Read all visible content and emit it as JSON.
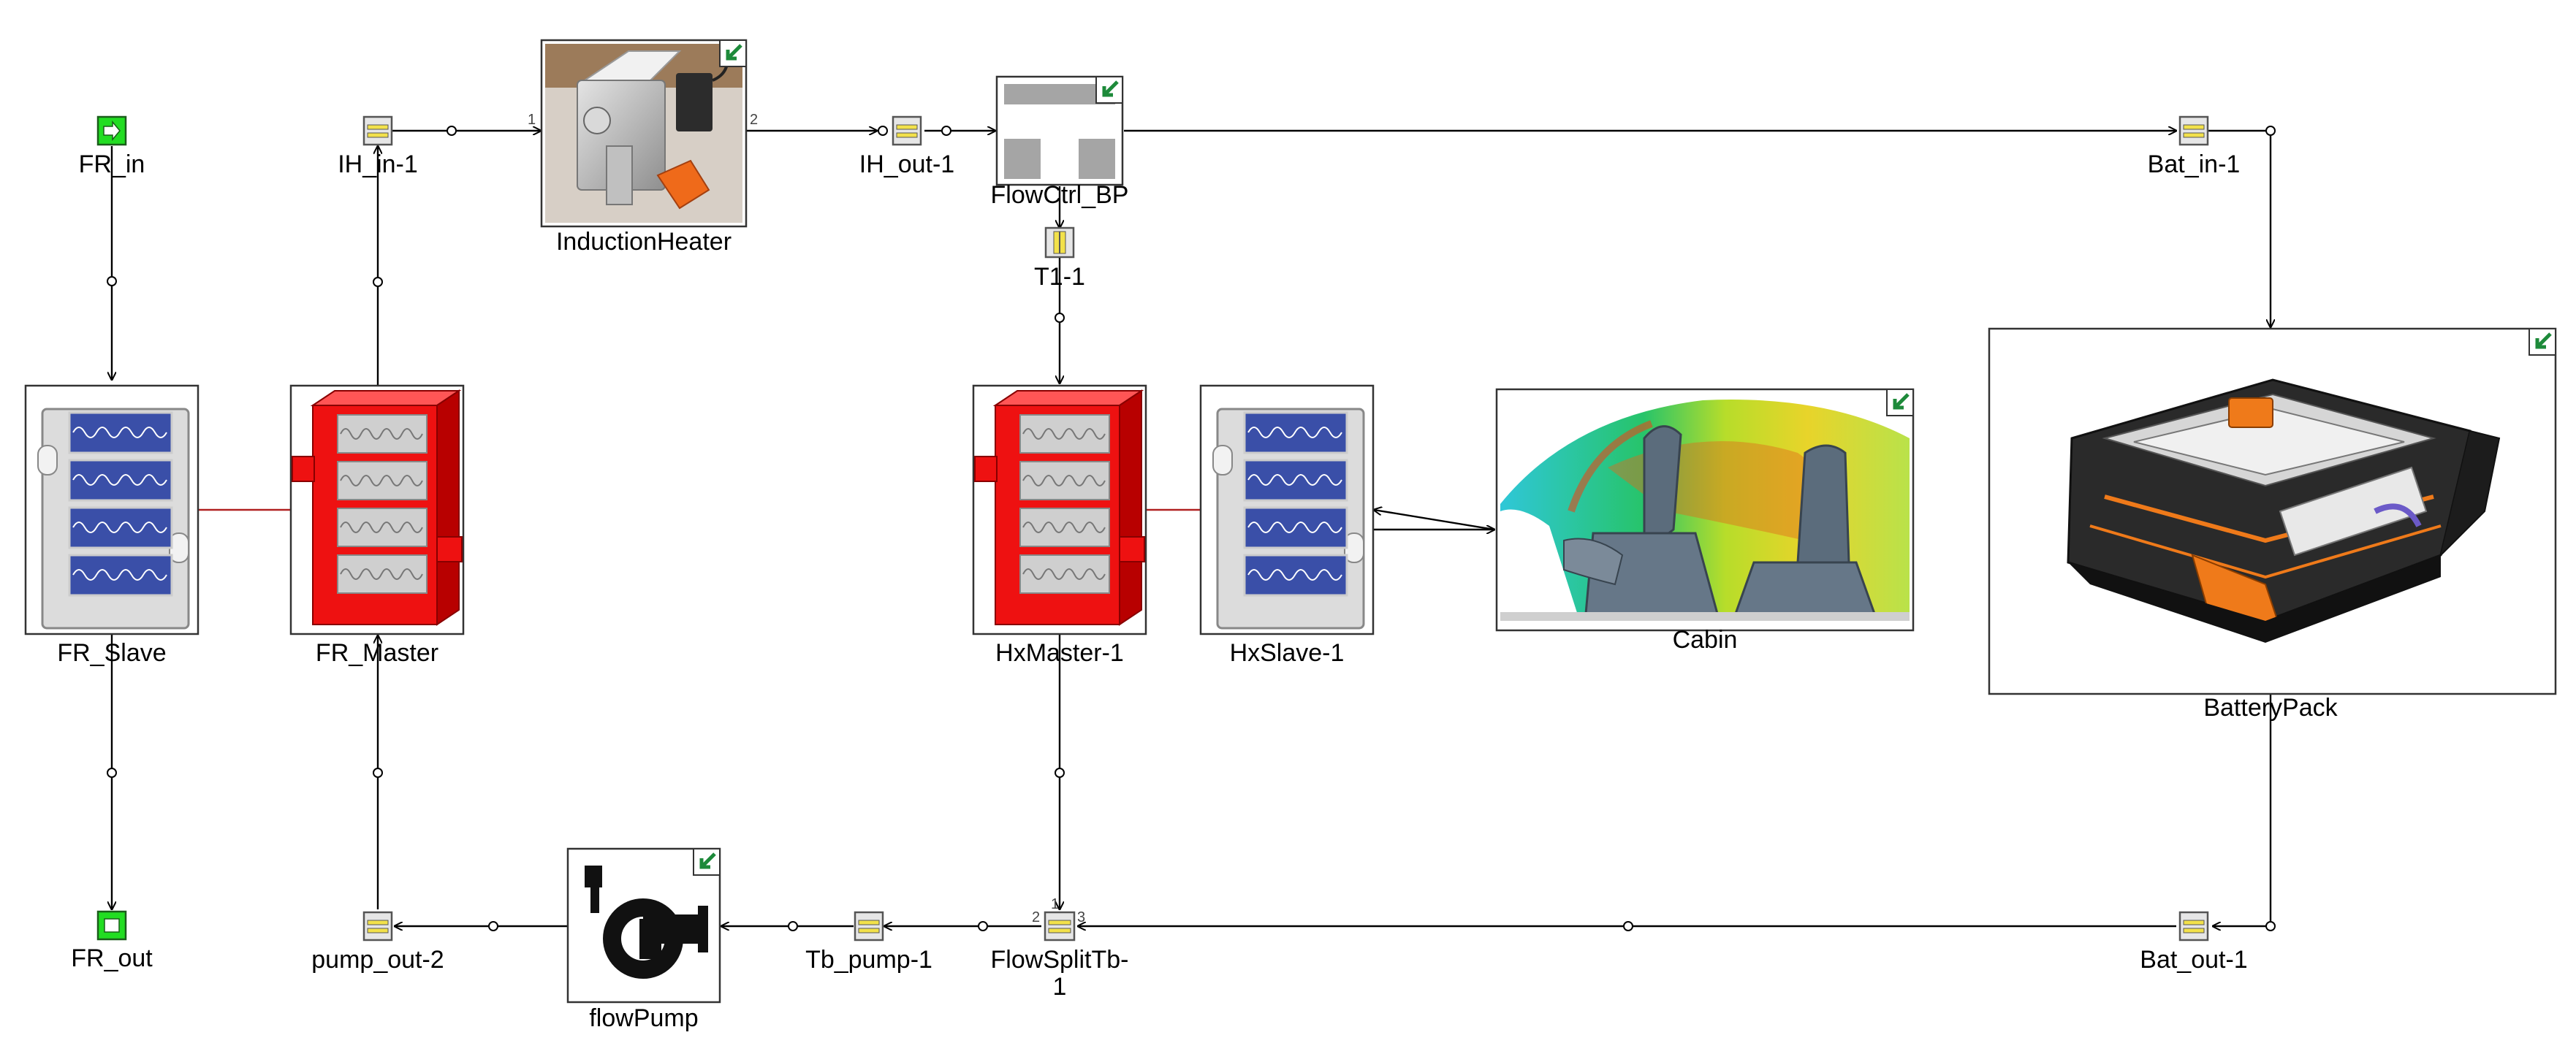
{
  "components": {
    "fr_in": {
      "label": "FR_in"
    },
    "fr_out": {
      "label": "FR_out"
    },
    "fr_slave": {
      "label": "FR_Slave"
    },
    "fr_master": {
      "label": "FR_Master"
    },
    "ih_in": {
      "label": "IH_in-1"
    },
    "induction_heater": {
      "label": "InductionHeater",
      "pin_in": "1",
      "pin_out": "2"
    },
    "ih_out": {
      "label": "IH_out-1"
    },
    "flow_ctrl": {
      "label": "FlowCtrl_BP"
    },
    "t1": {
      "label": "T1-1"
    },
    "bat_in": {
      "label": "Bat_in-1"
    },
    "battery_pack": {
      "label": "BatteryPack"
    },
    "hx_master": {
      "label": "HxMaster-1"
    },
    "hx_slave": {
      "label": "HxSlave-1"
    },
    "cabin": {
      "label": "Cabin"
    },
    "bat_out": {
      "label": "Bat_out-1"
    },
    "flow_split": {
      "label_line1": "FlowSplitTb-",
      "label_line2": "1",
      "pin1": "1",
      "pin2": "2",
      "pin3": "3"
    },
    "tb_pump": {
      "label": "Tb_pump-1"
    },
    "flow_pump": {
      "label": "flowPump"
    },
    "pump_out": {
      "label": "pump_out-2"
    }
  },
  "colors": {
    "port_green": "#22dd22",
    "port_yellow": "#f2e14a",
    "master_red": "#ee1111",
    "slave_blue": "#3a4fa8",
    "link_red": "#b02020",
    "corner_green": "#1d8a3a"
  }
}
